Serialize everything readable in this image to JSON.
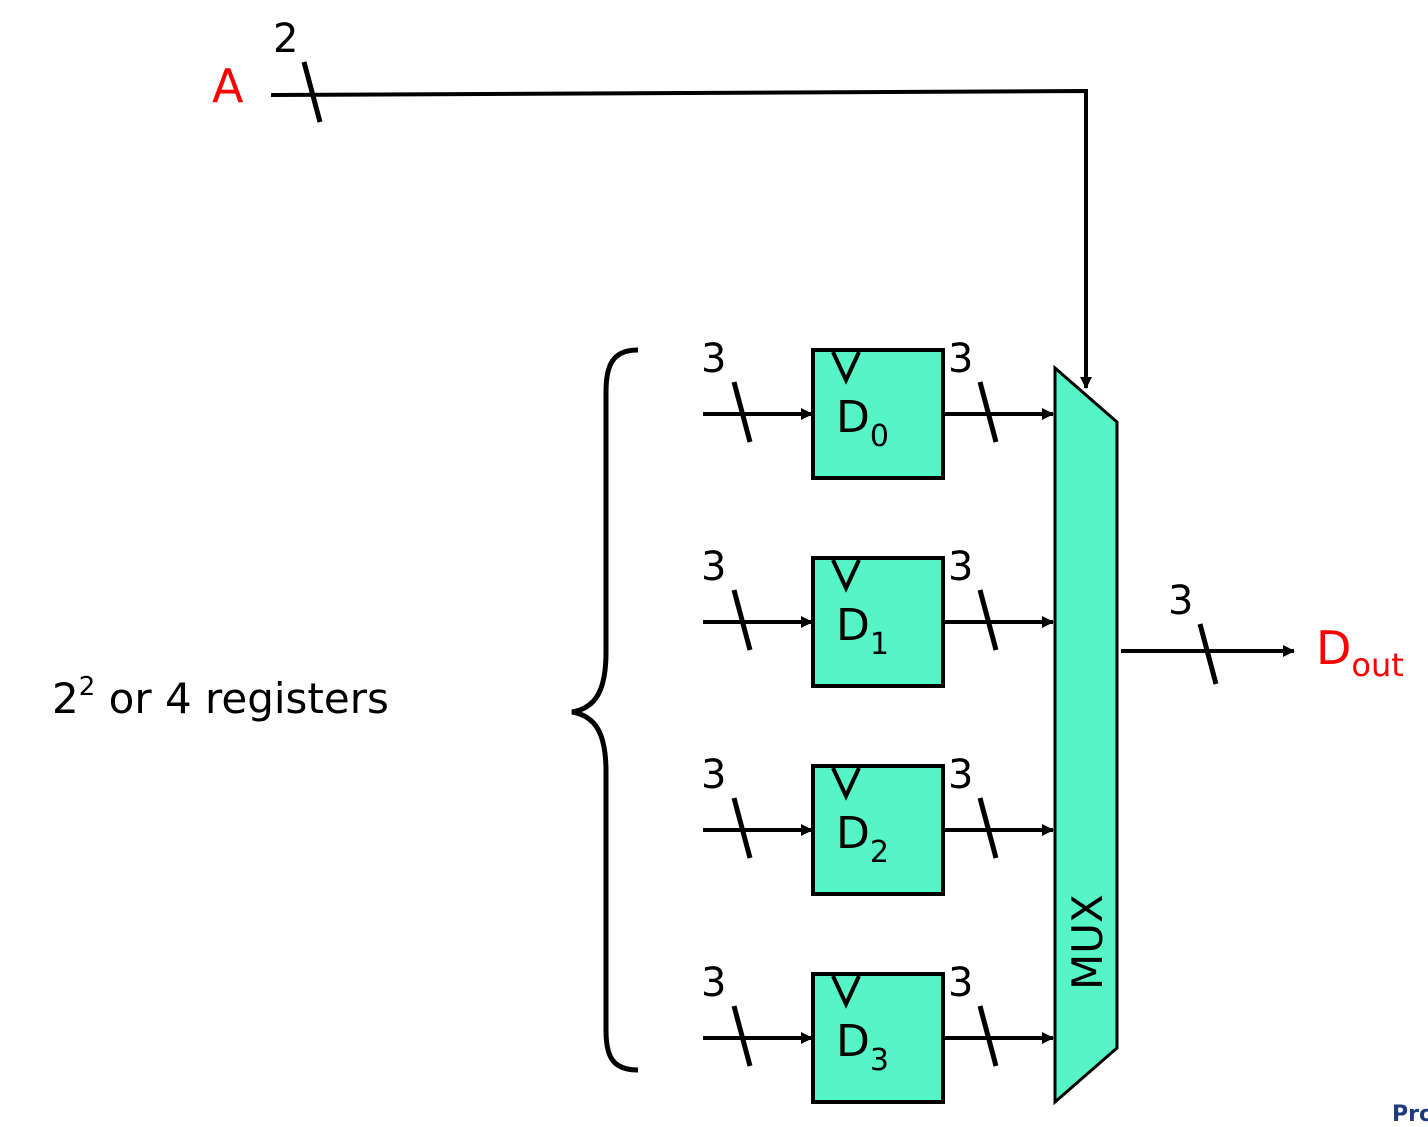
{
  "address": {
    "label": "A",
    "width": "2",
    "label_color": "#ff0000"
  },
  "registers": [
    {
      "name": "D",
      "sub": "0",
      "in_width": "3",
      "out_width": "3"
    },
    {
      "name": "D",
      "sub": "1",
      "in_width": "3",
      "out_width": "3"
    },
    {
      "name": "D",
      "sub": "2",
      "in_width": "3",
      "out_width": "3"
    },
    {
      "name": "D",
      "sub": "3",
      "in_width": "3",
      "out_width": "3"
    }
  ],
  "mux": {
    "label": "MUX"
  },
  "output": {
    "name": "D",
    "sub": "out",
    "width": "3",
    "label_color": "#ff0000"
  },
  "annotation": {
    "base": "2",
    "exp": "2",
    "rest": " or 4 registers"
  },
  "footer": {
    "clipped_text": "Pro"
  },
  "colors": {
    "fill": "#55f5c5",
    "stroke": "#000000",
    "accent": "#ff0000"
  }
}
